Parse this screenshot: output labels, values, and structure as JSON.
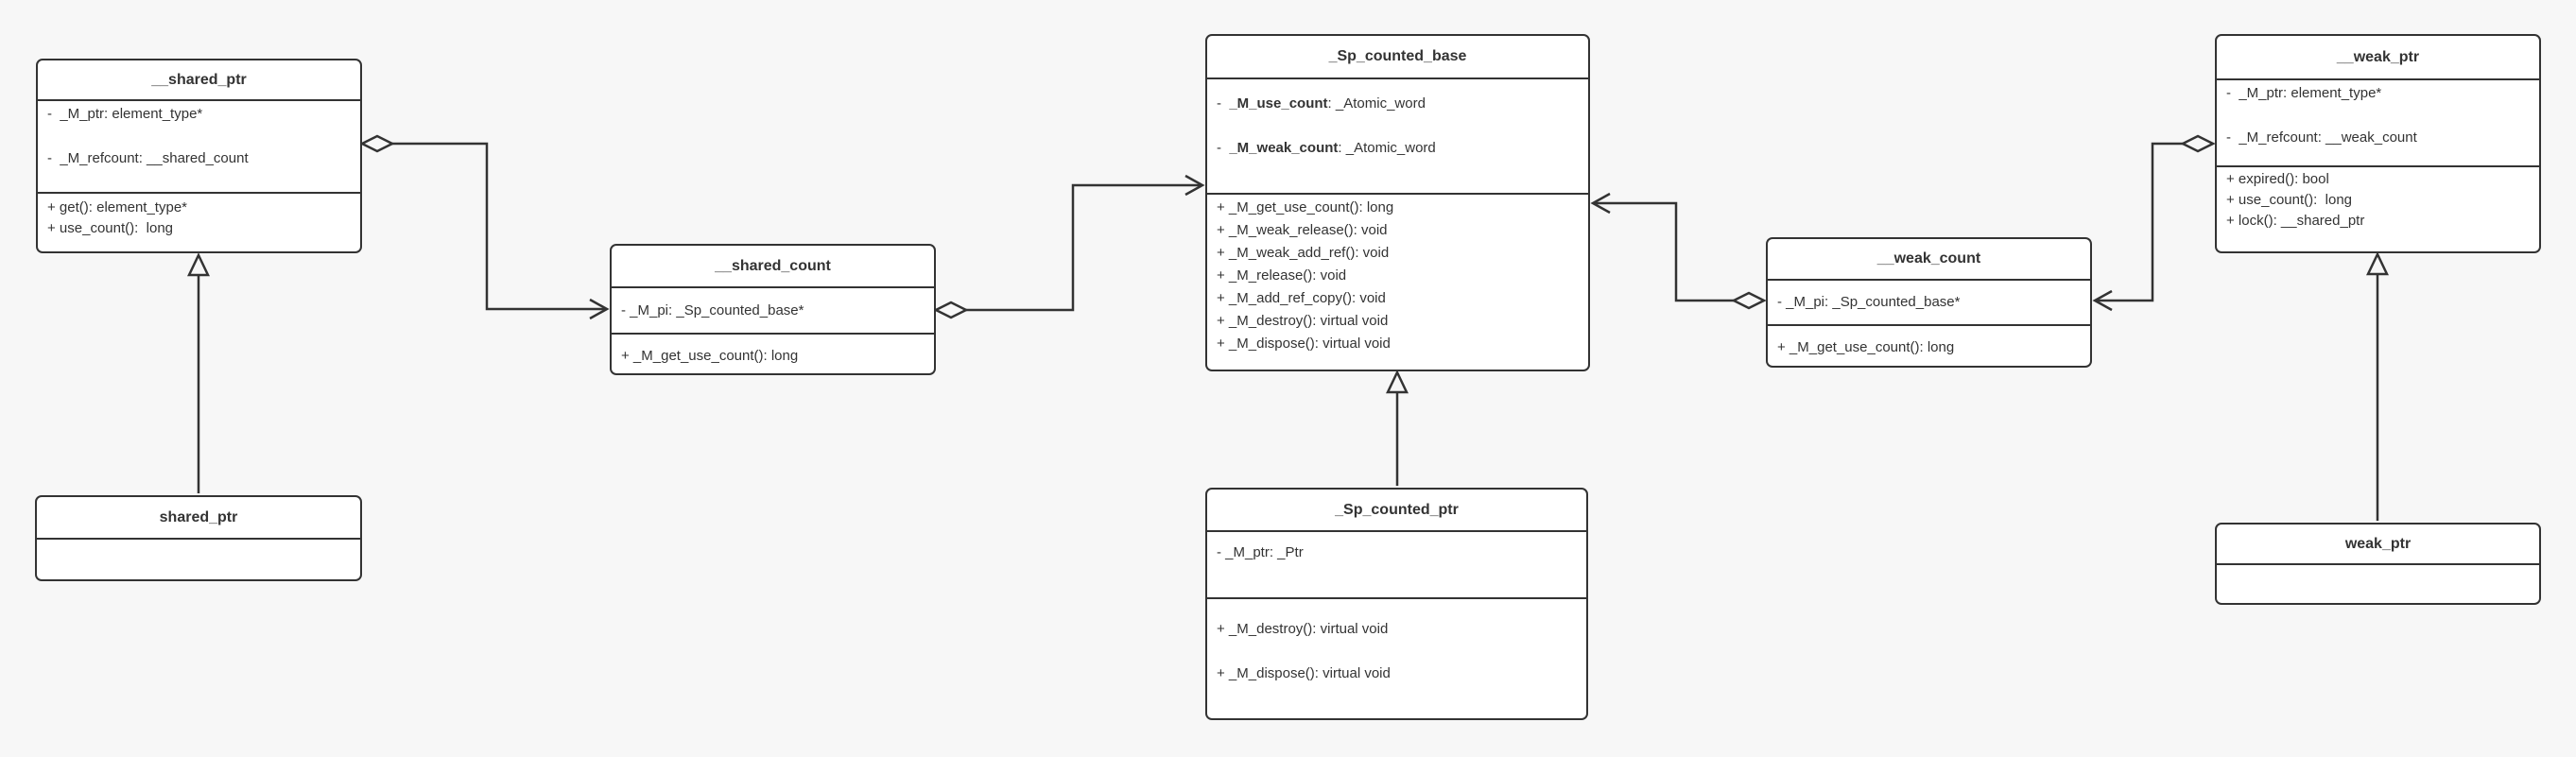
{
  "diagram": {
    "colors": {
      "background": "#f7f7f7",
      "node_fill": "#ffffff",
      "stroke": "#333333",
      "text": "#333333"
    }
  },
  "classes": {
    "c_shared_ptr_impl": {
      "title": "__shared_ptr",
      "attributes": [
        "-  _M_ptr: element_type*",
        "-  _M_refcount: __shared_count"
      ],
      "methods": [
        "+ get(): element_type*",
        "+ use_count():  long"
      ]
    },
    "c_shared_ptr": {
      "title": "shared_ptr"
    },
    "c_shared_count": {
      "title": "__shared_count",
      "attributes": [
        "- _M_pi: _Sp_counted_base*"
      ],
      "methods": [
        "+ _M_get_use_count(): long"
      ]
    },
    "c_sp_counted_base": {
      "title": "_Sp_counted_base",
      "attributes": [
        {
          "vis": "-  ",
          "name": "_M_use_count",
          "rest": ": _Atomic_word"
        },
        {
          "vis": "-  ",
          "name": "_M_weak_count",
          "rest": ": _Atomic_word"
        }
      ],
      "methods": [
        "+ _M_get_use_count(): long",
        "+ _M_weak_release(): void",
        "+ _M_weak_add_ref(): void",
        "+ _M_release(): void",
        "+ _M_add_ref_copy(): void",
        "+ _M_destroy(): virtual void",
        "+ _M_dispose(): virtual void"
      ]
    },
    "c_sp_counted_ptr": {
      "title": "_Sp_counted_ptr",
      "attributes": [
        "- _M_ptr: _Ptr"
      ],
      "methods": [
        "+ _M_destroy(): virtual void",
        "+ _M_dispose(): virtual void"
      ]
    },
    "c_weak_count": {
      "title": "__weak_count",
      "attributes": [
        "- _M_pi: _Sp_counted_base*"
      ],
      "methods": [
        "+ _M_get_use_count(): long"
      ]
    },
    "c_weak_ptr_impl": {
      "title": "__weak_ptr",
      "attributes": [
        "-  _M_ptr: element_type*",
        "-  _M_refcount: __weak_count"
      ],
      "methods": [
        "+ expired(): bool",
        "+ use_count():  long",
        "+ lock(): __shared_ptr"
      ]
    },
    "c_weak_ptr": {
      "title": "weak_ptr"
    }
  },
  "edges": [
    {
      "from": "__shared_ptr",
      "to": "__shared_count",
      "type": "aggregation",
      "source_marker": "hollow-diamond",
      "target_marker": "open-arrow"
    },
    {
      "from": "__shared_count",
      "to": "_Sp_counted_base",
      "type": "aggregation",
      "source_marker": "hollow-diamond",
      "target_marker": "open-arrow"
    },
    {
      "from": "__weak_count",
      "to": "_Sp_counted_base",
      "type": "aggregation",
      "source_marker": "hollow-diamond",
      "target_marker": "open-arrow"
    },
    {
      "from": "__weak_ptr",
      "to": "__weak_count",
      "type": "aggregation",
      "source_marker": "hollow-diamond",
      "target_marker": "open-arrow"
    },
    {
      "from": "shared_ptr",
      "to": "__shared_ptr",
      "type": "generalization",
      "target_marker": "hollow-triangle"
    },
    {
      "from": "_Sp_counted_ptr",
      "to": "_Sp_counted_base",
      "type": "generalization",
      "target_marker": "hollow-triangle"
    },
    {
      "from": "weak_ptr",
      "to": "__weak_ptr",
      "type": "generalization",
      "target_marker": "hollow-triangle"
    }
  ]
}
